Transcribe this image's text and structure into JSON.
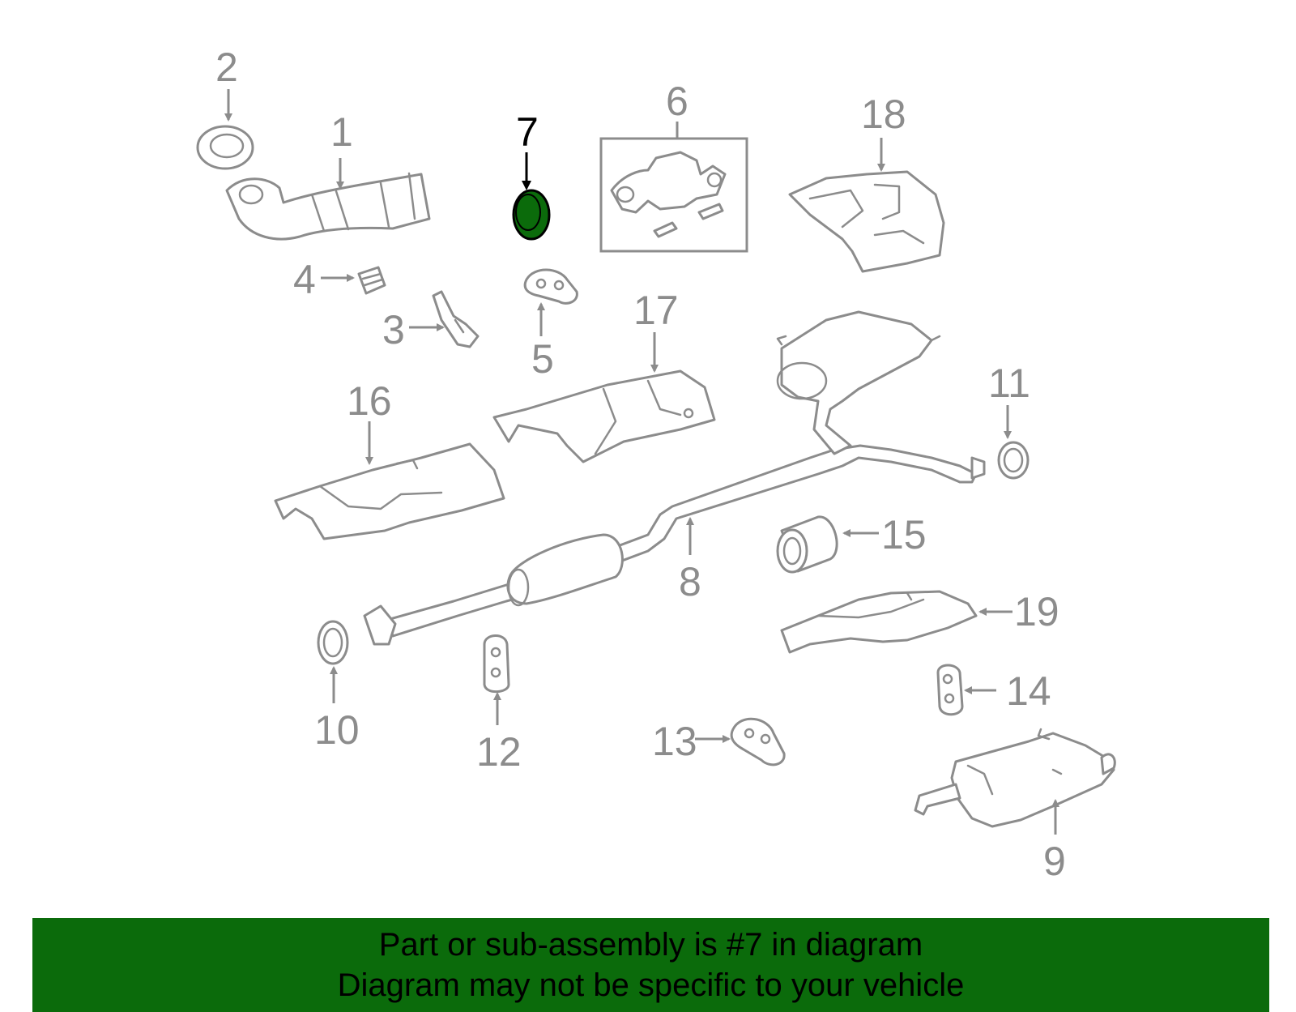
{
  "callouts": {
    "c1": "1",
    "c2": "2",
    "c3": "3",
    "c4": "4",
    "c5": "5",
    "c6": "6",
    "c7": "7",
    "c8": "8",
    "c9": "9",
    "c10": "10",
    "c11": "11",
    "c12": "12",
    "c13": "13",
    "c14": "14",
    "c15": "15",
    "c16": "16",
    "c17": "17",
    "c18": "18",
    "c19": "19"
  },
  "highlight": {
    "part_number": "7",
    "color": "#0b6b0b"
  },
  "colors": {
    "line_gray": "#8c8c8c",
    "banner_bg": "#0b6b0b",
    "banner_text": "#000000",
    "highlight_callout": "#000000"
  },
  "banner": {
    "line1": "Part or sub-assembly is #7 in diagram",
    "line2": "Diagram may not be specific to your vehicle"
  }
}
